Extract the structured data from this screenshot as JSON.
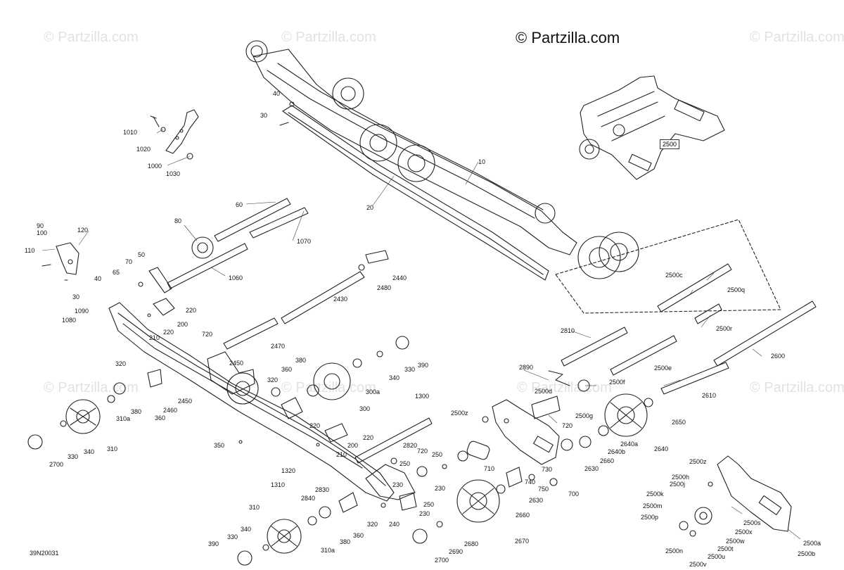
{
  "watermarks": {
    "brand": "© Partzilla.com",
    "faint": "© Partzilla.com"
  },
  "diagram_code": "39N20031",
  "boxed_callout": "2500",
  "callouts": [
    "10",
    "20",
    "30",
    "40",
    "1010",
    "1020",
    "1000",
    "1030",
    "60",
    "80",
    "1070",
    "1060",
    "90",
    "100",
    "120",
    "110",
    "30",
    "40",
    "70",
    "50",
    "65",
    "220",
    "200",
    "210",
    "220",
    "1090",
    "1080",
    "2440",
    "2480",
    "2430",
    "2470",
    "720",
    "2450",
    "2500c",
    "2500q",
    "2810",
    "2500r",
    "2500e",
    "2600",
    "320",
    "310a",
    "380",
    "360",
    "2460",
    "2450",
    "310",
    "340",
    "330",
    "2700",
    "380",
    "360",
    "320",
    "300a",
    "300",
    "340",
    "330",
    "390",
    "1300",
    "220",
    "200",
    "220",
    "210",
    "350",
    "2890",
    "2500d",
    "2500f",
    "2500g",
    "2610",
    "2650",
    "2660",
    "2640b",
    "2640a",
    "2640",
    "2630",
    "2500z",
    "720",
    "710",
    "730",
    "740",
    "750",
    "700",
    "2630",
    "2820",
    "720",
    "250",
    "250",
    "230",
    "1320",
    "1310",
    "2830",
    "2840",
    "230",
    "250",
    "230",
    "240",
    "320",
    "380",
    "360",
    "310a",
    "310",
    "340",
    "330",
    "390",
    "2700",
    "2680",
    "2690",
    "2670",
    "2660",
    "2500z",
    "2500h",
    "2500j",
    "2500k",
    "2500m",
    "2500p",
    "2500s",
    "2500x",
    "2500w",
    "2500t",
    "2500u",
    "2500n",
    "2500v",
    "2500a",
    "2500b"
  ]
}
